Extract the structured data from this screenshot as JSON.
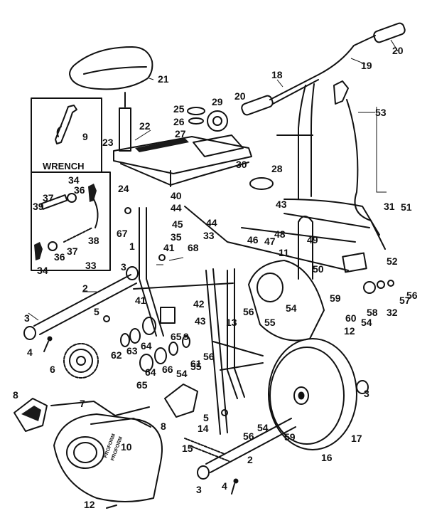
{
  "inset": {
    "wrench_title": "WRENCH"
  },
  "guard_brand": [
    "PROFORM",
    "PROFORM"
  ],
  "callouts": [
    {
      "id": "c21",
      "text": "21"
    },
    {
      "id": "c22",
      "text": "22"
    },
    {
      "id": "c23",
      "text": "23"
    },
    {
      "id": "c24",
      "text": "24"
    },
    {
      "id": "c25",
      "text": "25"
    },
    {
      "id": "c26",
      "text": "26"
    },
    {
      "id": "c27",
      "text": "27"
    },
    {
      "id": "c29",
      "text": "29"
    },
    {
      "id": "c30",
      "text": "30"
    },
    {
      "id": "c28",
      "text": "28"
    },
    {
      "id": "c40",
      "text": "40"
    },
    {
      "id": "c18",
      "text": "18"
    },
    {
      "id": "c19",
      "text": "19"
    },
    {
      "id": "c20a",
      "text": "20"
    },
    {
      "id": "c20b",
      "text": "20"
    },
    {
      "id": "c53",
      "text": "53"
    },
    {
      "id": "c9",
      "text": "9"
    },
    {
      "id": "c34a",
      "text": "34"
    },
    {
      "id": "c36a",
      "text": "36"
    },
    {
      "id": "c37a",
      "text": "37"
    },
    {
      "id": "c39",
      "text": "39"
    },
    {
      "id": "c38",
      "text": "38"
    },
    {
      "id": "c37b",
      "text": "37"
    },
    {
      "id": "c36b",
      "text": "36"
    },
    {
      "id": "c34b",
      "text": "34"
    },
    {
      "id": "c33a",
      "text": "33"
    },
    {
      "id": "c44a",
      "text": "44"
    },
    {
      "id": "c44b",
      "text": "44"
    },
    {
      "id": "c45",
      "text": "45"
    },
    {
      "id": "c43a",
      "text": "43"
    },
    {
      "id": "c31",
      "text": "31"
    },
    {
      "id": "c51",
      "text": "51"
    },
    {
      "id": "c67",
      "text": "67"
    },
    {
      "id": "c35",
      "text": "35"
    },
    {
      "id": "c33b",
      "text": "33"
    },
    {
      "id": "c46",
      "text": "46"
    },
    {
      "id": "c47",
      "text": "47"
    },
    {
      "id": "c48",
      "text": "48"
    },
    {
      "id": "c49",
      "text": "49"
    },
    {
      "id": "c41a",
      "text": "41"
    },
    {
      "id": "c68",
      "text": "68"
    },
    {
      "id": "c1",
      "text": "1"
    },
    {
      "id": "c11",
      "text": "11"
    },
    {
      "id": "c50",
      "text": "50"
    },
    {
      "id": "c52",
      "text": "52"
    },
    {
      "id": "c3a",
      "text": "3"
    },
    {
      "id": "c2a",
      "text": "2"
    },
    {
      "id": "c5a",
      "text": "5"
    },
    {
      "id": "c41b",
      "text": "41"
    },
    {
      "id": "c42",
      "text": "42"
    },
    {
      "id": "c43b",
      "text": "43"
    },
    {
      "id": "c56a",
      "text": "56"
    },
    {
      "id": "c54a",
      "text": "54"
    },
    {
      "id": "c55a",
      "text": "55"
    },
    {
      "id": "c13",
      "text": "13"
    },
    {
      "id": "c59a",
      "text": "59"
    },
    {
      "id": "c60",
      "text": "60"
    },
    {
      "id": "c58",
      "text": "58"
    },
    {
      "id": "c32",
      "text": "32"
    },
    {
      "id": "c57",
      "text": "57"
    },
    {
      "id": "c56b",
      "text": "56"
    },
    {
      "id": "c54b",
      "text": "54"
    },
    {
      "id": "c12a",
      "text": "12"
    },
    {
      "id": "c3b",
      "text": "3"
    },
    {
      "id": "c4a",
      "text": "4"
    },
    {
      "id": "c62",
      "text": "62"
    },
    {
      "id": "c63",
      "text": "63"
    },
    {
      "id": "c64a",
      "text": "64"
    },
    {
      "id": "c65a",
      "text": "65"
    },
    {
      "id": "c9b",
      "text": "9"
    },
    {
      "id": "c61",
      "text": "61"
    },
    {
      "id": "c66",
      "text": "66"
    },
    {
      "id": "c64b",
      "text": "64"
    },
    {
      "id": "c65b",
      "text": "65"
    },
    {
      "id": "c6",
      "text": "6"
    },
    {
      "id": "c56c",
      "text": "56"
    },
    {
      "id": "c54c",
      "text": "54"
    },
    {
      "id": "c55b",
      "text": "55"
    },
    {
      "id": "c8a",
      "text": "8"
    },
    {
      "id": "c7",
      "text": "7"
    },
    {
      "id": "c8b",
      "text": "8"
    },
    {
      "id": "c5b",
      "text": "5"
    },
    {
      "id": "c14",
      "text": "14"
    },
    {
      "id": "c15",
      "text": "15"
    },
    {
      "id": "c56d",
      "text": "56"
    },
    {
      "id": "c54d",
      "text": "54"
    },
    {
      "id": "c59b",
      "text": "59"
    },
    {
      "id": "c3c",
      "text": "3"
    },
    {
      "id": "c17",
      "text": "17"
    },
    {
      "id": "c10",
      "text": "10"
    },
    {
      "id": "c16",
      "text": "16"
    },
    {
      "id": "c2b",
      "text": "2"
    },
    {
      "id": "c3d",
      "text": "3"
    },
    {
      "id": "c4b",
      "text": "4"
    },
    {
      "id": "c12b",
      "text": "12"
    }
  ]
}
